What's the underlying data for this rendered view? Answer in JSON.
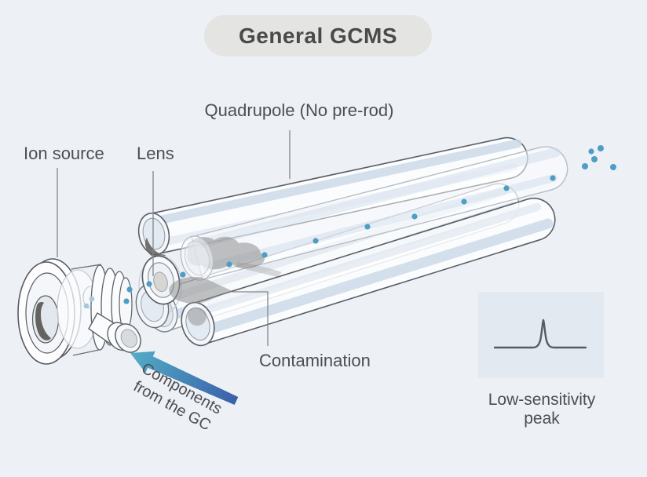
{
  "title": "General GCMS",
  "labels": {
    "quadrupole": "Quadrupole (No pre-rod)",
    "ion_source": "Ion source",
    "lens": "Lens",
    "contamination": "Contamination",
    "components_line1": "Components",
    "components_line2": "from the GC",
    "peak": "Low-sensitivity peak"
  },
  "icons": {
    "peak_icon": "chromatogram-peak-icon",
    "arrow_icon": "gc-flow-arrow-icon",
    "ion_dots": "ion-beam-dots"
  },
  "colors": {
    "background": "#edf1f6",
    "pill_bg": "#e4e4e2",
    "pill_text": "#4a4a47",
    "label_text": "#4b4f55",
    "leader": "#83878d",
    "rod_stroke": "#5a5f66",
    "rod_light": "#9aa1a9",
    "rod_ghost": "#b7bdc5",
    "stripe": "#cdd9e9",
    "stripe2": "#dfe6ef",
    "dot": "#4d9dc5",
    "dot_light": "#a5c9dc",
    "contamination": "#8e8e8e",
    "crescent": "#636360",
    "arrow_start": "#3a5fa9",
    "arrow_end": "#52abc6",
    "panel_bg": "#e3e9f0",
    "peak_line": "#565b63",
    "outline_dark": "#565b62"
  }
}
